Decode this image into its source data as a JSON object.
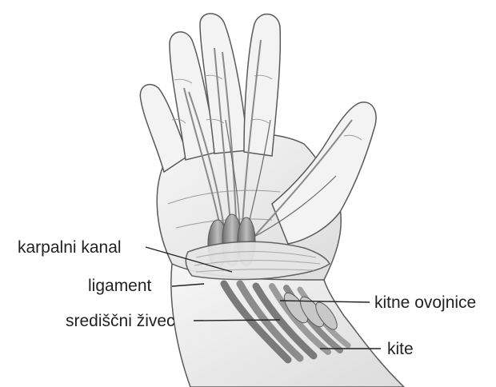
{
  "labels": {
    "carpal_tunnel": "karpalni kanal",
    "ligament": "ligament",
    "median_nerve": "središčni živec",
    "tendon_sheaths": "kitne ovojnice",
    "tendons": "kite"
  },
  "colors": {
    "outline": "#5a5a5a",
    "skin": "#efefef",
    "shade": "#cfcfcf",
    "tendon": "#9a9a9a",
    "nerve": "#7a7a7a",
    "text": "#222222"
  }
}
